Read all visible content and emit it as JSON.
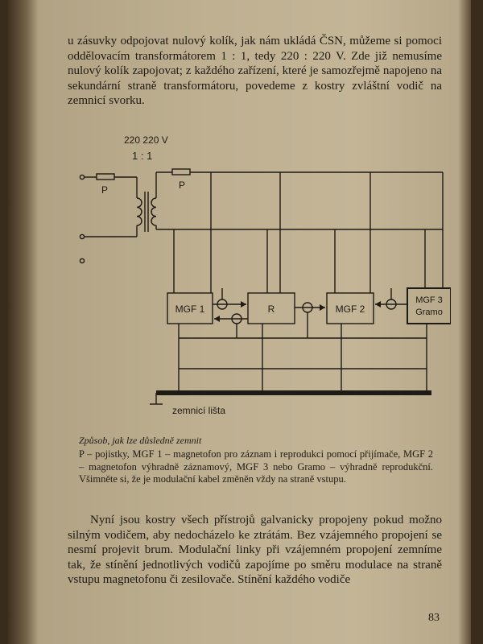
{
  "paragraph_top": "u zásuvky odpojovat nulový kolík, jak nám ukládá ČSN, můžeme si pomoci oddělovacím transformátorem 1 : 1, tedy 220 : 220 V. Zde již nemusíme nulový kolík zapojovat; z každého zařízení, které je samozřejmě napojeno na sekundární straně transformátoru, povedeme z kostry zvláštní vodič na zemnicí svorku.",
  "diagram": {
    "voltage_label": "220 220 V",
    "ratio_label": "1 : 1",
    "fuse_left": "P",
    "fuse_right": "P",
    "box_mgf1": "MGF 1",
    "box_r": "R",
    "box_mgf2": "MGF 2",
    "box_mgf3_line1": "MGF 3",
    "box_mgf3_line2": "Gramo",
    "ground_label": "zemnicí lišta"
  },
  "caption_title": "Způsob, jak lze důsledně zemnit",
  "caption_text": "P – pojistky, MGF 1 – magnetofon pro záznam i reprodukci pomocí přijímače, MGF 2 – magnetofon výhradně záznamový, MGF 3 nebo Gramo – výhradně reprodukční. Všimněte si, že je modulační kabel změněn vždy na straně vstupu.",
  "paragraph_bottom": "Nyní jsou kostry všech přístrojů galvanicky propojeny pokud možno silným vodičem, aby nedocházelo ke ztrátám. Bez vzájemného propojení se nesmí projevit brum. Modulační linky při vzájemném propojení zemníme tak, že stínění jednotlivých vodičů zapojíme po směru modulace na straně vstupu magnetofonu či zesilovače. Stínění každého vodiče",
  "page_number": "83"
}
